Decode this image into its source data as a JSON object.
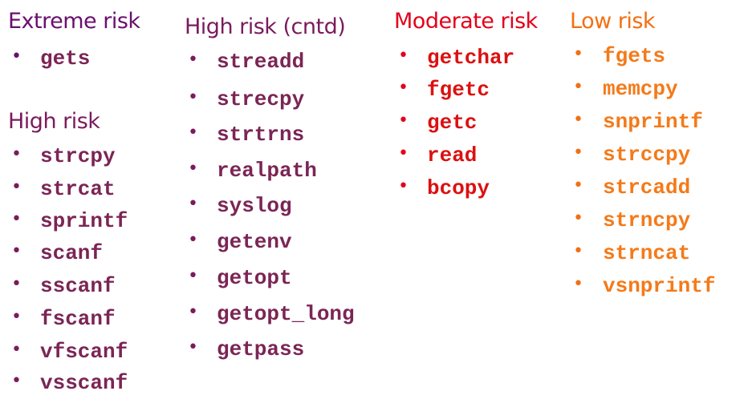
{
  "extreme": {
    "heading": "Extreme risk",
    "items": [
      "gets"
    ]
  },
  "high": {
    "heading": "High risk",
    "items": [
      "strcpy",
      "strcat",
      "sprintf",
      "scanf",
      "sscanf",
      "fscanf",
      "vfscanf",
      "vsscanf"
    ]
  },
  "high_cntd": {
    "heading": "High risk (cntd)",
    "items": [
      "streadd",
      "strecpy",
      "strtrns",
      "realpath",
      "syslog",
      "getenv",
      "getopt",
      "getopt_long",
      "getpass"
    ]
  },
  "moderate": {
    "heading": "Moderate risk",
    "items": [
      "getchar",
      "fgetc",
      "getc",
      "read",
      "bcopy"
    ]
  },
  "low": {
    "heading": "Low risk",
    "items": [
      "fgets",
      "memcpy",
      "snprintf",
      "strccpy",
      "strcadd",
      "strncpy",
      "strncat",
      "vsnprintf"
    ]
  },
  "colors": {
    "extreme": "#6a0f6e",
    "high": "#7a1b5c",
    "moderate": "#e3001b",
    "low": "#f36f12"
  }
}
